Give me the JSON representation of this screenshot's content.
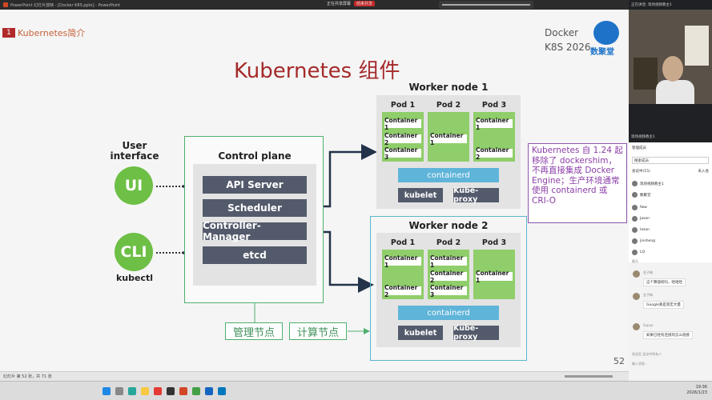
{
  "window": {
    "title": "PowerPoint 幻灯片放映 - [Docker K8S.pptx] - PowerPoint",
    "center_label": "正在共享屏幕",
    "rec_label": "结束共享"
  },
  "slide": {
    "section_number": "1",
    "section_title": "Kubernetes简介",
    "brand_line1": "Docker",
    "brand_line2": "K8S 2026",
    "logo_text": "数聚堂",
    "title": "Kubernetes 组件",
    "page_number": "52",
    "user_interface": "User\ninterface",
    "ui": "UI",
    "cli": "CLI",
    "kubectl": "kubectl",
    "control_plane": {
      "title": "Control plane",
      "items": [
        "API Server",
        "Scheduler",
        "Controller-Manager",
        "etcd"
      ]
    },
    "worker1": {
      "title": "Worker node 1",
      "pods": [
        {
          "label": "Pod 1",
          "containers": [
            "Container 1",
            "Container 2",
            "Container 3"
          ]
        },
        {
          "label": "Pod 2",
          "containers": [
            "Container 1"
          ]
        },
        {
          "label": "Pod 3",
          "containers": [
            "Container 1",
            "Container 2"
          ]
        }
      ],
      "containerd": "containerd",
      "kubelet": "kubelet",
      "kube_proxy": "Kube-proxy"
    },
    "worker2": {
      "title": "Worker node 2",
      "pods": [
        {
          "label": "Pod 1",
          "containers": [
            "Container 1",
            "Container 2"
          ]
        },
        {
          "label": "Pod 2",
          "containers": [
            "Container 1",
            "Container 2",
            "Container 3"
          ]
        },
        {
          "label": "Pod 3",
          "containers": [
            "Container 1"
          ]
        }
      ],
      "containerd": "containerd",
      "kubelet": "kubelet",
      "kube_proxy": "Kube-proxy"
    },
    "note": "Kubernetes 自 1.24 起移除了 dockershim，不再直接集成 Docker Engine；生产环境通常使用 containerd 或 CRI-O",
    "mgmt_node": "管理节点",
    "compute_node": "计算节点"
  },
  "statusbar": {
    "left": "幻灯片 第 52 张，共 71 张"
  },
  "panel": {
    "header": "正在讲话: 现场视频教主1",
    "speaker": "现场视频教主1",
    "members_title": "管理成员",
    "search_placeholder": "搜索成员",
    "tab_in": "会议中(15)",
    "tab_invite": "未入会",
    "members": [
      "现场视频教主1",
      "数聚堂",
      "fww",
      "Jason",
      "Iason",
      "jinsheng",
      "LQ"
    ],
    "chat_title": "聊天",
    "messages": [
      {
        "name": "金子梅",
        "text": "这个算侵权吗，哈哈哈"
      },
      {
        "name": "金子梅",
        "text": "Google真是宽宏大量"
      },
      {
        "name": "Sopuo",
        "text": "如果已经有连接的怎么链接"
      }
    ],
    "send_to_label": "发送至",
    "send_to": "会议中所有人",
    "input_placeholder": "输入消息..."
  },
  "taskbar": {
    "time": "19:36",
    "date": "2026/1/23"
  },
  "colors": {
    "accent_red": "#a52a2a",
    "green": "#6dbf45",
    "dark_box": "#535a6b",
    "blue": "#5fb4d9",
    "note_purple": "#8b3ea8"
  }
}
